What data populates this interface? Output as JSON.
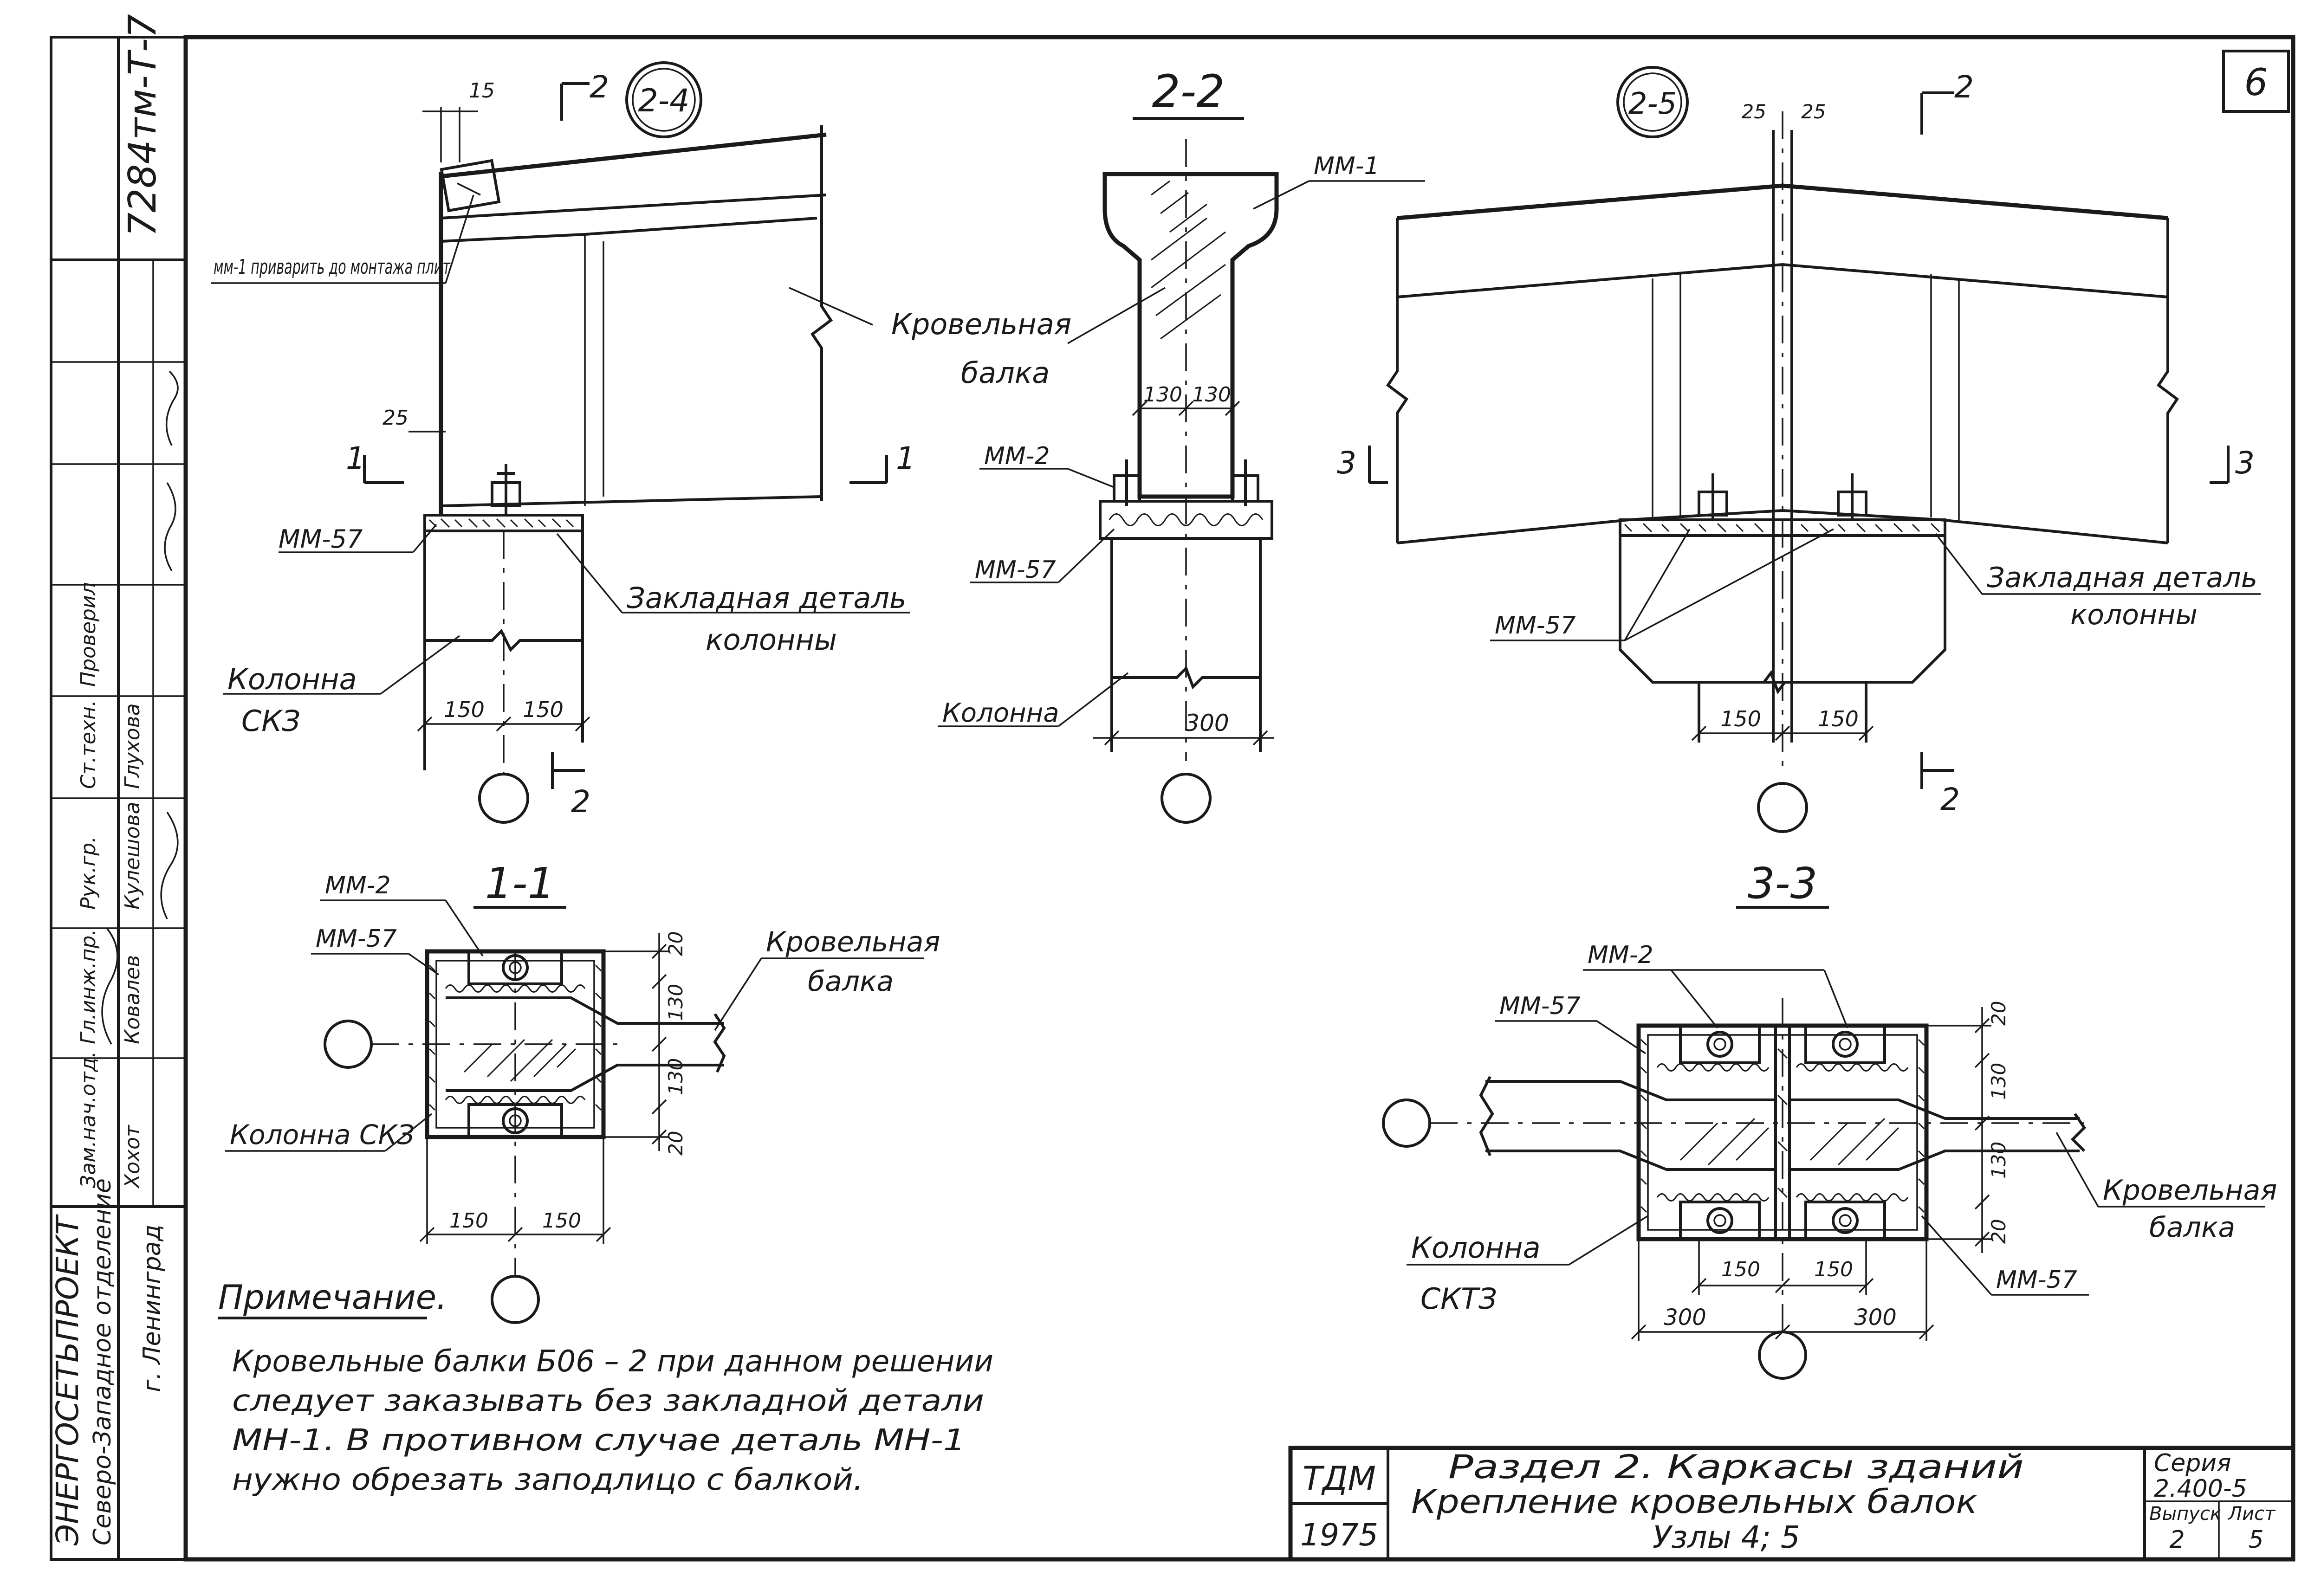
{
  "sheet_number": "6",
  "side_stamp": {
    "archive_no": "7284тм-Т-7",
    "org_name": "ЭНЕРГОСЕТЬПРОЕКТ",
    "org_branch": "Северо-Западное отделение",
    "org_city": "г. Ленинград",
    "roles": [
      {
        "role": "Зам.нач.отд.",
        "name": "Хохот"
      },
      {
        "role": "Гл.инж.пр.",
        "name": "Ковалев"
      },
      {
        "role": "Рук.гр.",
        "name": "Кулешова"
      },
      {
        "role": "Ст.техн.",
        "name": "Глухова"
      },
      {
        "role": "Проверил",
        "name": ""
      }
    ]
  },
  "node_24": {
    "node_label": "2-4",
    "dim_top": "15",
    "dim_left": "25",
    "note": "мм-1 приварить до монтажа плит",
    "part_plate": "ММ-57",
    "part_embed_line1": "Закладная деталь",
    "part_embed_line2": "колонны",
    "column_line1": "Колонна",
    "column_line2": "СКЗ",
    "dim_half_left": "150",
    "dim_half_right": "150",
    "cut_1": "1",
    "cut_2": "2"
  },
  "section_22": {
    "title": "2-2",
    "part_top": "ММ-1",
    "beam_line1": "Кровельная",
    "beam_line2": "балка",
    "dim_left": "130",
    "dim_right": "130",
    "part_bolt": "ММ-2",
    "part_plate": "ММ-57",
    "column": "Колонна",
    "dim_width": "300"
  },
  "node_25": {
    "node_label": "2-5",
    "dim_left": "25",
    "dim_right": "25",
    "part_plate": "ММ-57",
    "part_embed_line1": "Закладная деталь",
    "part_embed_line2": "колонны",
    "dim_half_left": "150",
    "dim_half_right": "150",
    "cut_3": "3",
    "cut_2": "2"
  },
  "section_11": {
    "title": "1-1",
    "part_bolt": "ММ-2",
    "part_plate": "ММ-57",
    "beam_line1": "Кровельная",
    "beam_line2": "балка",
    "column": "Колонна СКЗ",
    "dim_20_top": "20",
    "dim_130_top": "130",
    "dim_130_bottom": "130",
    "dim_20_bottom": "20",
    "dim_half_left": "150",
    "dim_half_right": "150"
  },
  "section_33": {
    "title": "3-3",
    "part_bolt": "ММ-2",
    "part_plate_left": "ММ-57",
    "part_plate_right": "ММ-57",
    "beam_line1": "Кровельная",
    "beam_line2": "балка",
    "column_line1": "Колонна",
    "column_line2": "СКТЗ",
    "dim_20_top": "20",
    "dim_130_top": "130",
    "dim_130_bottom": "130",
    "dim_20_bottom": "20",
    "dim_150_left": "150",
    "dim_150_right": "150",
    "dim_300_left": "300",
    "dim_300_right": "300"
  },
  "note": {
    "heading": "Примечание.",
    "lines": [
      "Кровельные балки   Б06 – 2 при данном решении",
      "следует заказывать без закладной детали",
      "МН-1.  В противном случае деталь МН-1",
      "нужно обрезать заподлицо с балкой."
    ]
  },
  "title_block": {
    "code": "ТДМ",
    "year": "1975",
    "line1": "Раздел 2.   Каркасы зданий",
    "line2": "Крепление  кровельных  балок",
    "line3": "Узлы 4; 5",
    "series_label": "Серия",
    "series_value": "2.400-5",
    "issue_label": "Выпуск",
    "issue_value": "2",
    "sheet_label": "Лист",
    "sheet_value": "5"
  }
}
